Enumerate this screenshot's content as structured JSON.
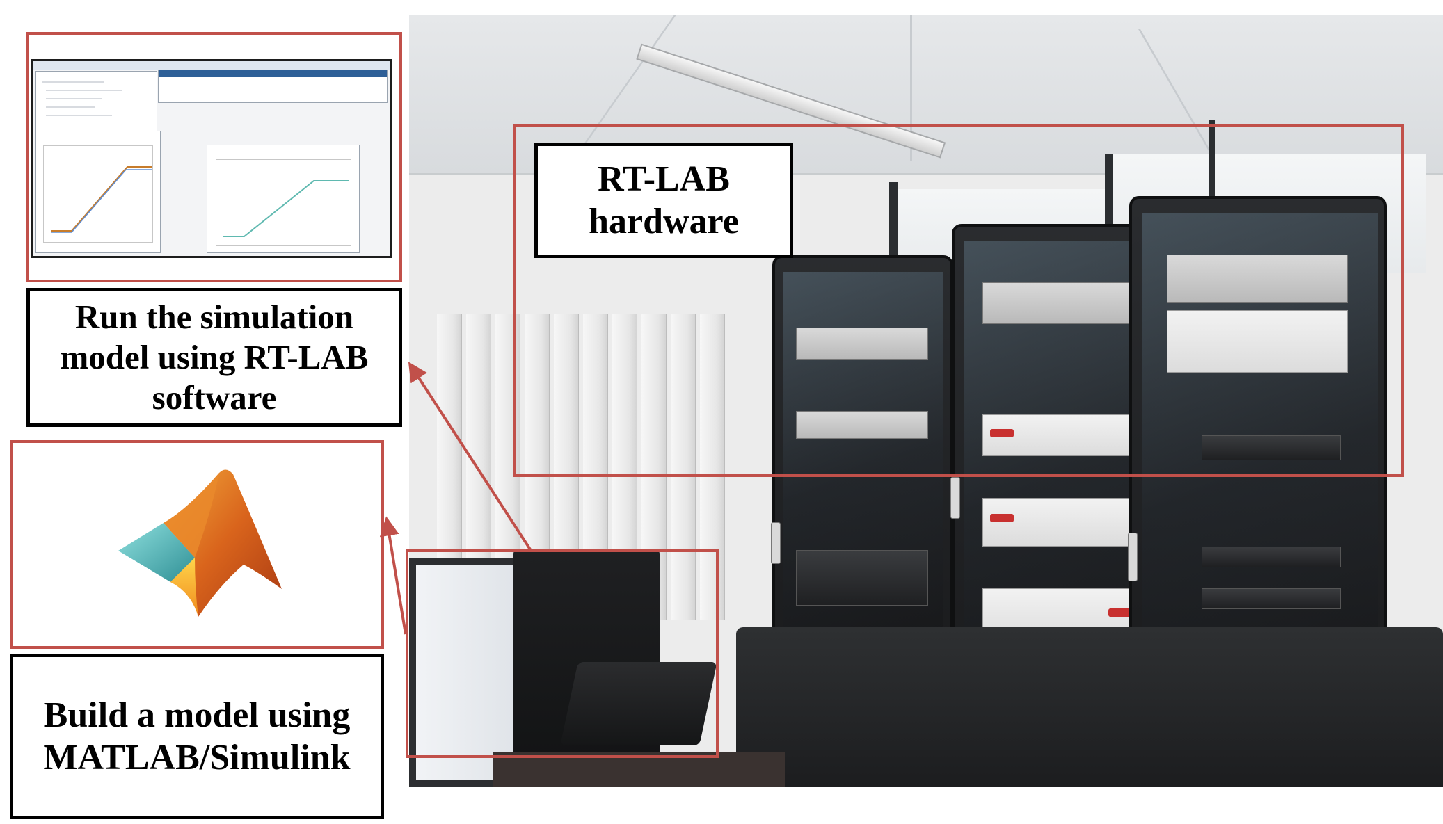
{
  "labels": {
    "rtlab_hardware": "RT-LAB hardware",
    "run_simulation": "Run the simulation model using RT-LAB software",
    "build_model": "Build a model using MATLAB/Simulink"
  },
  "colors": {
    "highlight_frame": "#c1504a",
    "label_border": "#000000",
    "matlab_logo_orange": "#e07b21",
    "matlab_logo_teal": "#4fb8b8"
  },
  "icons": {
    "matlab_logo": "matlab-logo-icon"
  }
}
